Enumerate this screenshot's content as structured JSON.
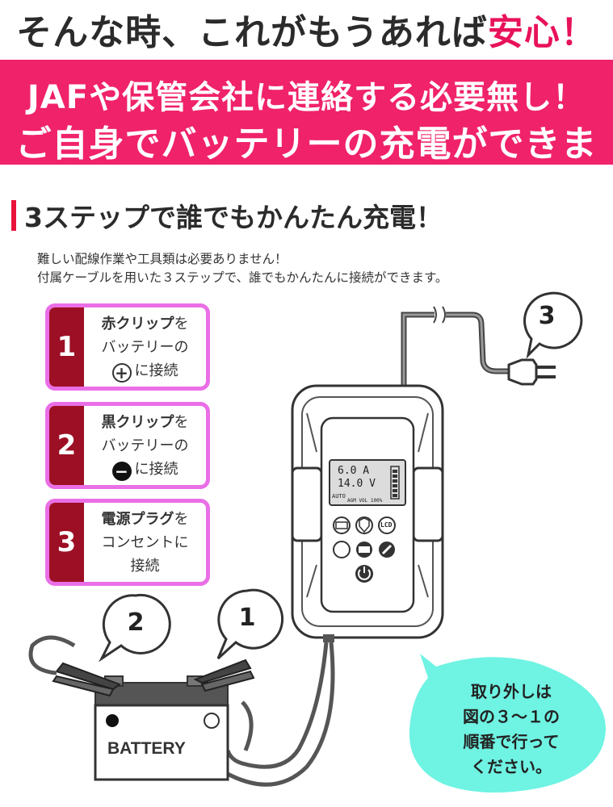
{
  "headline": {
    "main": "そんな時、これがもうあれば",
    "accent": "安心！"
  },
  "banner": {
    "line1": "JAFや保管会社に連絡する必要無し！",
    "line2": "ご自身でバッテリーの充電ができます"
  },
  "section": {
    "title": "3ステップで誰でもかんたん充電！"
  },
  "description": {
    "line1": "難しい配線作業や工具類は必要ありません！",
    "line2": "付属ケーブルを用いた３ステップで、誰でもかんたんに接続ができます。"
  },
  "steps": [
    {
      "number": "1",
      "bold": "赤クリップ",
      "rest1": "を",
      "line2": "バッテリーの",
      "symbol": "+",
      "line3": "に接続"
    },
    {
      "number": "2",
      "bold": "黒クリップ",
      "rest1": "を",
      "line2": "バッテリーの",
      "symbol": "−",
      "line3": "に接続"
    },
    {
      "number": "3",
      "bold": "電源プラグ",
      "rest1": "を",
      "line2": "コンセントに",
      "line3": "接続"
    }
  ],
  "callouts": {
    "plug": "3",
    "black_clip": "2",
    "red_clip": "1"
  },
  "device": {
    "lcd_current": "6.0 A",
    "lcd_voltage": "14.0 V",
    "lcd_mode": "AUTO",
    "lcd_bottom": "AGM VOL 100%",
    "btn_lcd": "LCD"
  },
  "battery": {
    "label": "BATTERY",
    "minus": "−",
    "plus": "+"
  },
  "note": {
    "line1": "取り外しは",
    "line2": "図の３～１の",
    "line3": "順番で行って",
    "line4": "ください。"
  },
  "colors": {
    "accent": "#e8125b",
    "banner": "#f0226a",
    "step_number_bg": "#9c0f24",
    "step_border": "#ea6fe6",
    "note_bubble": "#6ff3e3"
  }
}
